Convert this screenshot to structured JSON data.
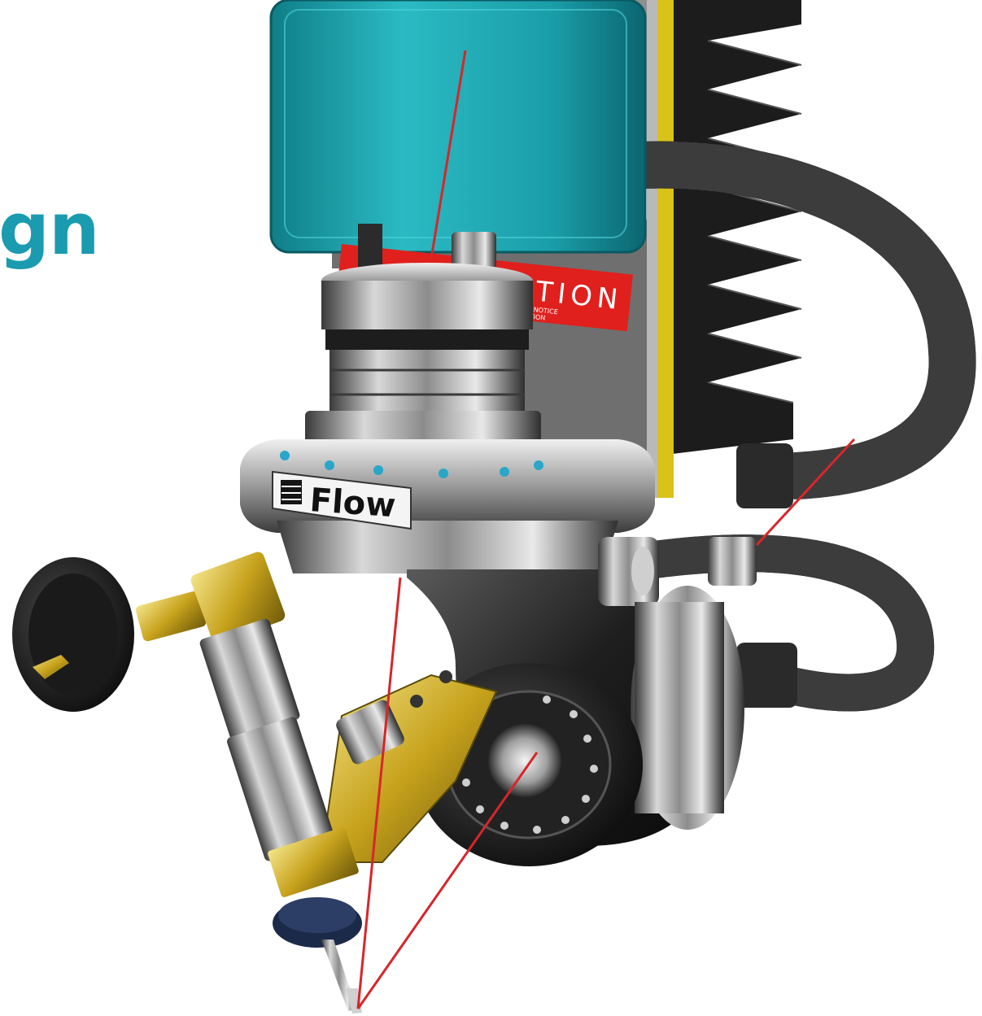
{
  "heading": {
    "text": "gn",
    "color": "#1a9bb0"
  },
  "warning_label": {
    "text": "ATTENTION",
    "fine_print": [
      "CONSULTER LA NOTICE",
      "AVANT UTILISATION"
    ],
    "color": "#e0201c"
  },
  "brand_plate": {
    "text": "Flow"
  },
  "colors": {
    "motor_housing": "#1a9ea9",
    "annotation_line": "#d7262a",
    "accent_yellow": "#d9c21a",
    "bellows": "#1c1c1c"
  },
  "icons": [
    "flow-logo-icon"
  ]
}
